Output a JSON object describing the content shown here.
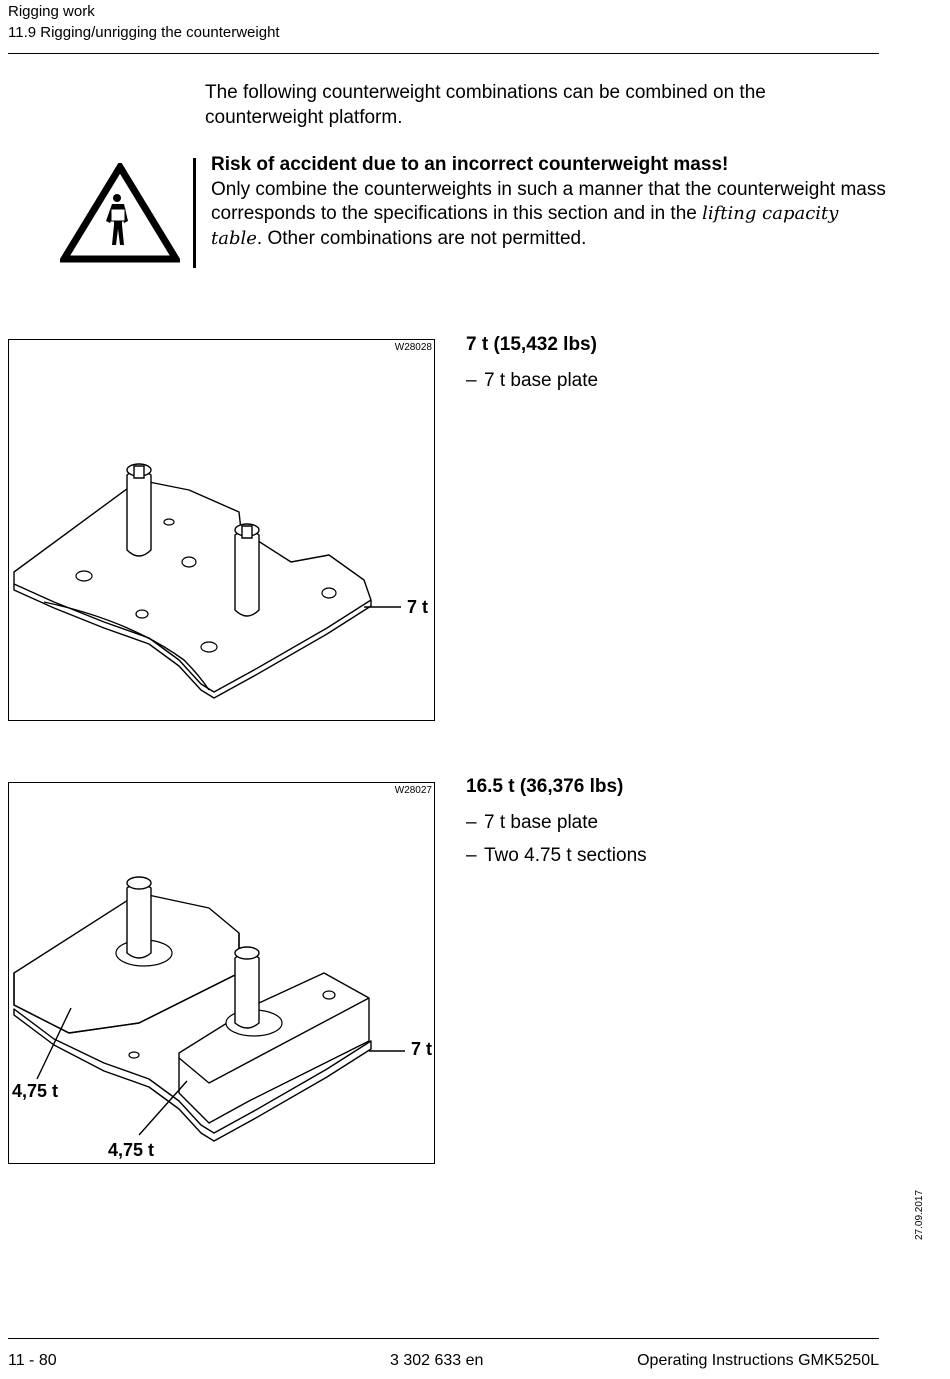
{
  "header": {
    "chapter": "Rigging work",
    "section": "11.9 Rigging/unrigging the counterweight"
  },
  "intro": "The following counterweight combinations can be combined on the counterweight platform.",
  "warning": {
    "title": "Risk of accident due to an incorrect counterweight mass!",
    "text_before": "Only combine the counterweights in such a manner that the counterweight mass corresponds to the specifications in this section and in the ",
    "text_italic": "lifting capacity table",
    "text_after": ". Other combinations are not permitted."
  },
  "combinations": [
    {
      "figure_id": "W28028",
      "mass": "7 t (15,432 lbs)",
      "items": [
        "7 t base plate"
      ],
      "labels": [
        "7 t"
      ]
    },
    {
      "figure_id": "W28027",
      "mass": "16.5 t (36,376 lbs)",
      "items": [
        "7 t base plate",
        "Two 4.75 t sections"
      ],
      "labels": [
        "7 t",
        "4,75 t",
        "4,75 t"
      ]
    }
  ],
  "footer": {
    "page": "11 - 80",
    "doc_number": "3 302 633 en",
    "title": "Operating Instructions GMK5250L",
    "date": "27.09.2017"
  },
  "dash": "–"
}
